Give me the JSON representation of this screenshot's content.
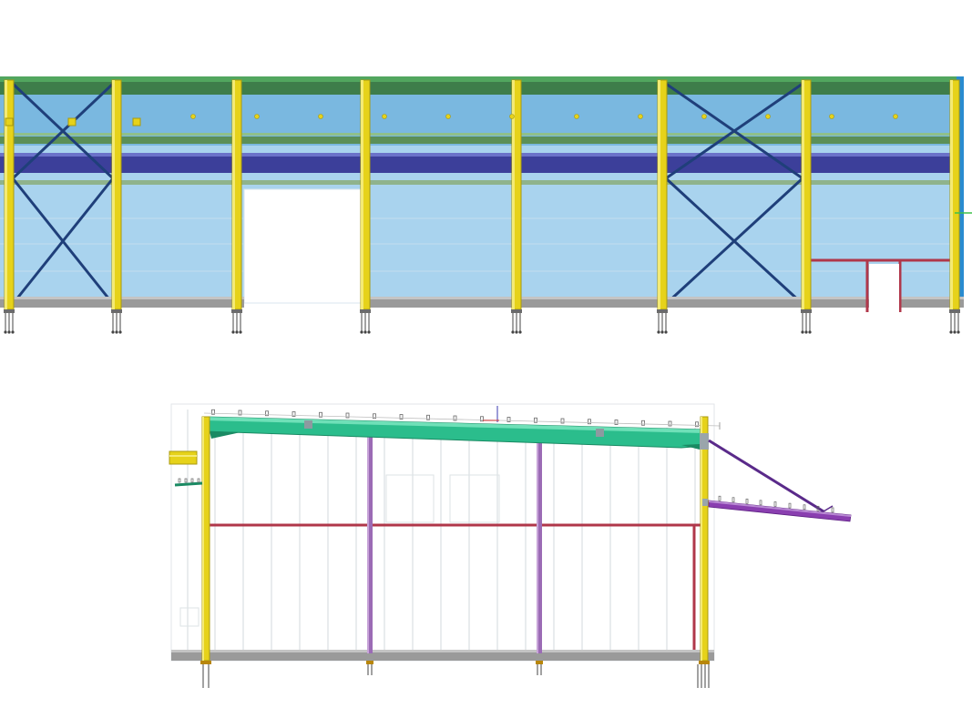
{
  "colors": {
    "background": "#ffffff",
    "cladding_upper": "#7ab8e0",
    "cladding_lower": "#a9d3ee",
    "column": "#e6d21a",
    "column_edge": "#a89a10",
    "eave_beam": "#3e7d4a",
    "girt": "#5b8f57",
    "crane_beam": "#3c3f9a",
    "bracing": "#1f3f7a",
    "foundation_strip": "#9a9a9a",
    "door_frame": "#b0374a",
    "rafter": "#2bbd8c",
    "interior_column": "#9b6bb5",
    "canopy": "#8a3fb0",
    "canopy_tie": "#5a2a8a",
    "grid_line": "#c8d0d6",
    "anchor_bolt": "#444444"
  },
  "icons": {
    "anchor": "anchor-bolt-icon",
    "purlin_clip": "purlin-clip-icon"
  },
  "views": [
    {
      "id": "side-elevation",
      "kind": "side elevation"
    },
    {
      "id": "cross-section",
      "kind": "cross section"
    }
  ]
}
